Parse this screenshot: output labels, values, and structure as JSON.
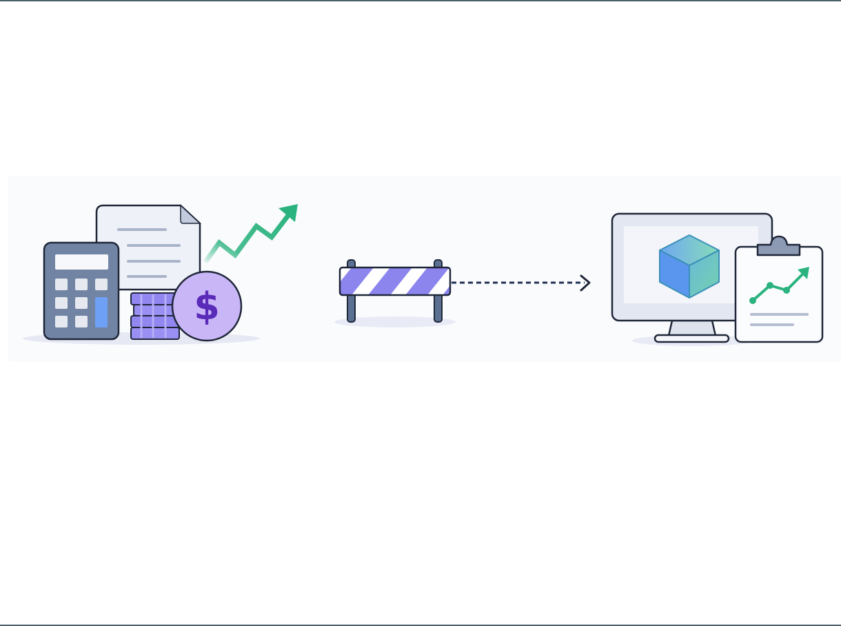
{
  "diagram": {
    "title": "",
    "flow": [
      {
        "id": "finance",
        "label": "",
        "icons": [
          "calculator-icon",
          "document-icon",
          "coin-stack-icon",
          "dollar-coin-icon",
          "trend-up-arrow-icon"
        ]
      },
      {
        "id": "barrier",
        "label": "",
        "icons": [
          "road-barrier-icon"
        ]
      },
      {
        "id": "outcome",
        "label": "",
        "icons": [
          "monitor-icon",
          "cube-icon",
          "clipboard-chart-icon"
        ]
      }
    ],
    "connectors": [
      {
        "from": "finance",
        "to": "barrier",
        "style": "dashed"
      },
      {
        "from": "barrier",
        "to": "outcome",
        "style": "dashed-arrow"
      }
    ],
    "coin_symbol": "$"
  },
  "colors": {
    "frame": "#4a5f66",
    "band": "#fafbfd",
    "outline": "#1e2638",
    "calculator_body": "#7184a3",
    "calculator_key": "#e6e9f0",
    "calculator_accent": "#6ea0f5",
    "paper": "#eef1f8",
    "paper_lines": "#a9b4c9",
    "coin_fill": "#c9b6f7",
    "coin_symbol": "#5a2bb8",
    "coin_stack": "#9286f0",
    "trend_green": "#2bb37f",
    "barrier_stripe": "#8c85ee",
    "post": "#5c7192",
    "dash_line": "#1f2f55",
    "monitor_frame": "#e3e7f1",
    "monitor_screen": "#f3f5fa",
    "cube_blue": "#5b96ee",
    "cube_teal": "#62c9a8",
    "clip": "#8d9ab3",
    "shadow": "#e8ebf5"
  }
}
